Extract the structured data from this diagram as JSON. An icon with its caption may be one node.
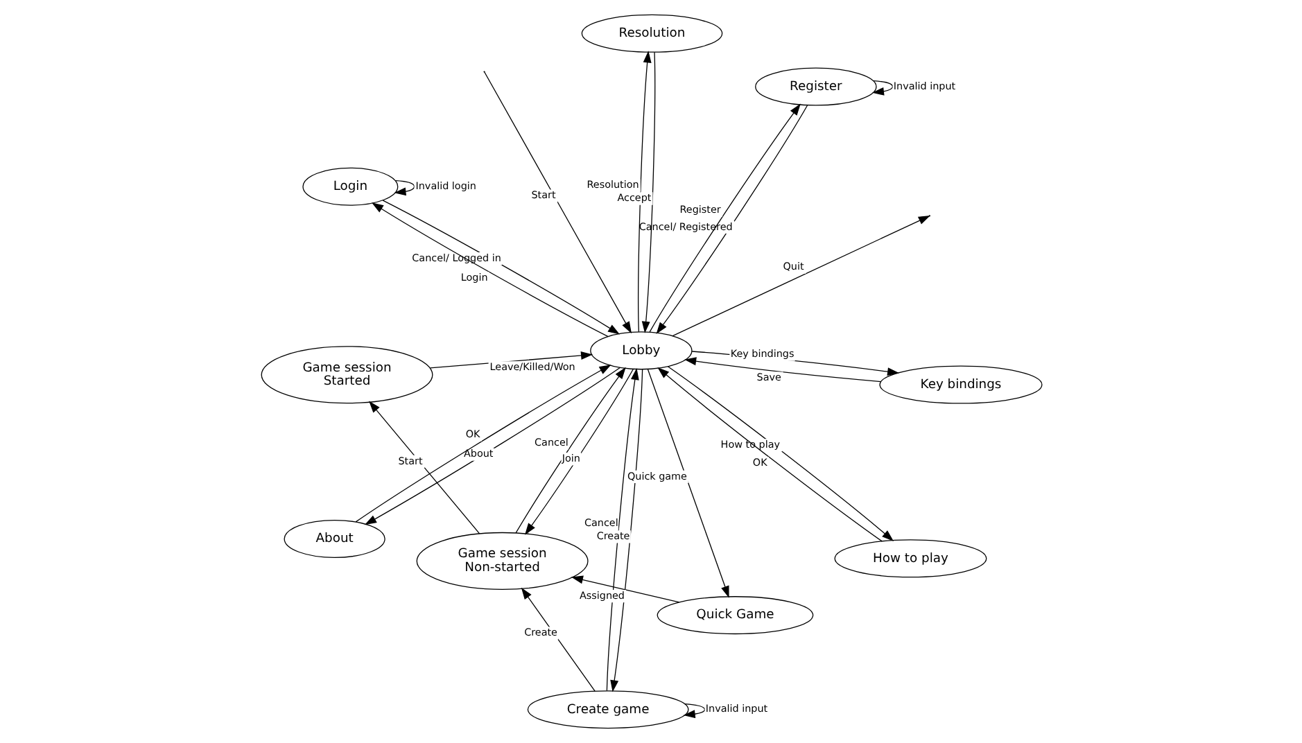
{
  "diagram": {
    "nodes": [
      {
        "text": [
          "Login"
        ]
      },
      {
        "text": [
          "Register"
        ]
      },
      {
        "text": [
          "Create game"
        ]
      },
      {
        "text": [
          "Game session",
          "Non-started"
        ]
      },
      {
        "text": [
          "Lobby"
        ]
      },
      {
        "text": [
          "Resolution"
        ]
      },
      {
        "text": [
          "Game session",
          "Started"
        ]
      },
      {
        "text": [
          "Key bindings"
        ]
      },
      {
        "text": [
          "About"
        ]
      },
      {
        "text": [
          "Quick Game"
        ]
      },
      {
        "text": [
          "How to play"
        ]
      }
    ],
    "edges": [
      {
        "from": 0,
        "to": 0,
        "arrow": "to",
        "label": "Invalid login"
      },
      {
        "from": 1,
        "to": 1,
        "arrow": "to",
        "label": "Invalid input"
      },
      {
        "from": 2,
        "to": 2,
        "arrow": "to",
        "label": "Invalid input"
      },
      {
        "from": 4,
        "to": 0,
        "arrow": "to",
        "label": "Login"
      },
      {
        "from": 0,
        "to": 4,
        "arrow": "to",
        "label": "Cancel/ Logged in"
      },
      {
        "from": 4,
        "to": 1,
        "arrow": "to",
        "label": "Register"
      },
      {
        "from": 1,
        "to": 4,
        "arrow": "to",
        "label": "Cancel/ Registered"
      },
      {
        "from": 4,
        "to": 2,
        "arrow": "to",
        "label": "Create"
      },
      {
        "from": 2,
        "to": 4,
        "arrow": "to",
        "label": "Cancel"
      },
      {
        "from": 2,
        "to": 3,
        "arrow": "to",
        "label": "Create"
      },
      {
        "from": null,
        "to": 4,
        "arrow": "to",
        "label": "Start"
      },
      {
        "from": 4,
        "to": null,
        "arrow": "to",
        "label": "Quit"
      },
      {
        "from": 4,
        "to": 3,
        "arrow": "to",
        "label": "Join"
      },
      {
        "from": 3,
        "to": 4,
        "arrow": "to",
        "label": "Cancel"
      },
      {
        "from": 5,
        "to": 4,
        "arrow": "to",
        "label": "Accept"
      },
      {
        "from": 4,
        "to": 5,
        "arrow": "to",
        "label": "Resolution"
      },
      {
        "from": 3,
        "to": 6,
        "arrow": "to",
        "label": "Start"
      },
      {
        "from": 6,
        "to": 4,
        "arrow": "to",
        "label": "Leave/Killed/Won"
      },
      {
        "from": 4,
        "to": 7,
        "arrow": "to",
        "label": "Key bindings"
      },
      {
        "from": 7,
        "to": 4,
        "arrow": "to",
        "label": "Save"
      },
      {
        "from": 4,
        "to": 10,
        "arrow": "to",
        "label": "How to play"
      },
      {
        "from": 10,
        "to": 4,
        "arrow": "to",
        "label": "OK"
      },
      {
        "from": 4,
        "to": 8,
        "arrow": "to",
        "label": "About"
      },
      {
        "from": 8,
        "to": 4,
        "arrow": "to",
        "label": "OK"
      },
      {
        "from": 4,
        "to": 9,
        "arrow": "to",
        "label": "Quick game"
      },
      {
        "from": 9,
        "to": 3,
        "arrow": "to",
        "label": "Assigned"
      }
    ]
  }
}
